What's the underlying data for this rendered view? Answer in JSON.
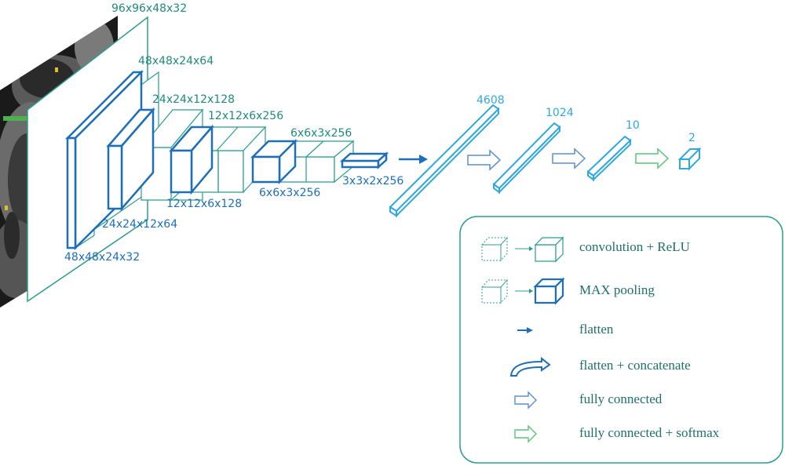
{
  "colors": {
    "teal": "#2a9d8f",
    "dark_blue": "#1e6fb8",
    "cyan": "#2fa8e0",
    "green": "#5cc47a",
    "legend_text": "#1f6f6a"
  },
  "input": {
    "label": "96x96x48x32",
    "image_icon": "mri-brain-slice-image"
  },
  "conv_labels": {
    "l1_top": "48x48x24x64",
    "l1_bottom": "48x48x24x32",
    "l2_top": "24x24x12x128",
    "l2_bottom": "24x24x12x64",
    "l3_top": "12x12x6x256",
    "l3_bottom": "12x12x6x128",
    "l4_top": "6x6x3x256",
    "l4_bottom": "6x6x3x256",
    "l5": "3x3x2x256"
  },
  "dense_labels": {
    "d1": "4608",
    "d2": "1024",
    "d3": "10",
    "d4": "2"
  },
  "legend": {
    "items": [
      {
        "icon": "conv-relu-icon",
        "label": "convolution + ReLU"
      },
      {
        "icon": "max-pool-icon",
        "label": "MAX pooling"
      },
      {
        "icon": "flatten-arrow-icon",
        "label": "flatten"
      },
      {
        "icon": "curved-arrow-icon",
        "label": "flatten + concatenate"
      },
      {
        "icon": "hollow-arrow-icon",
        "label": "fully connected"
      },
      {
        "icon": "green-hollow-arrow-icon",
        "label": "fully connected + softmax"
      }
    ]
  }
}
